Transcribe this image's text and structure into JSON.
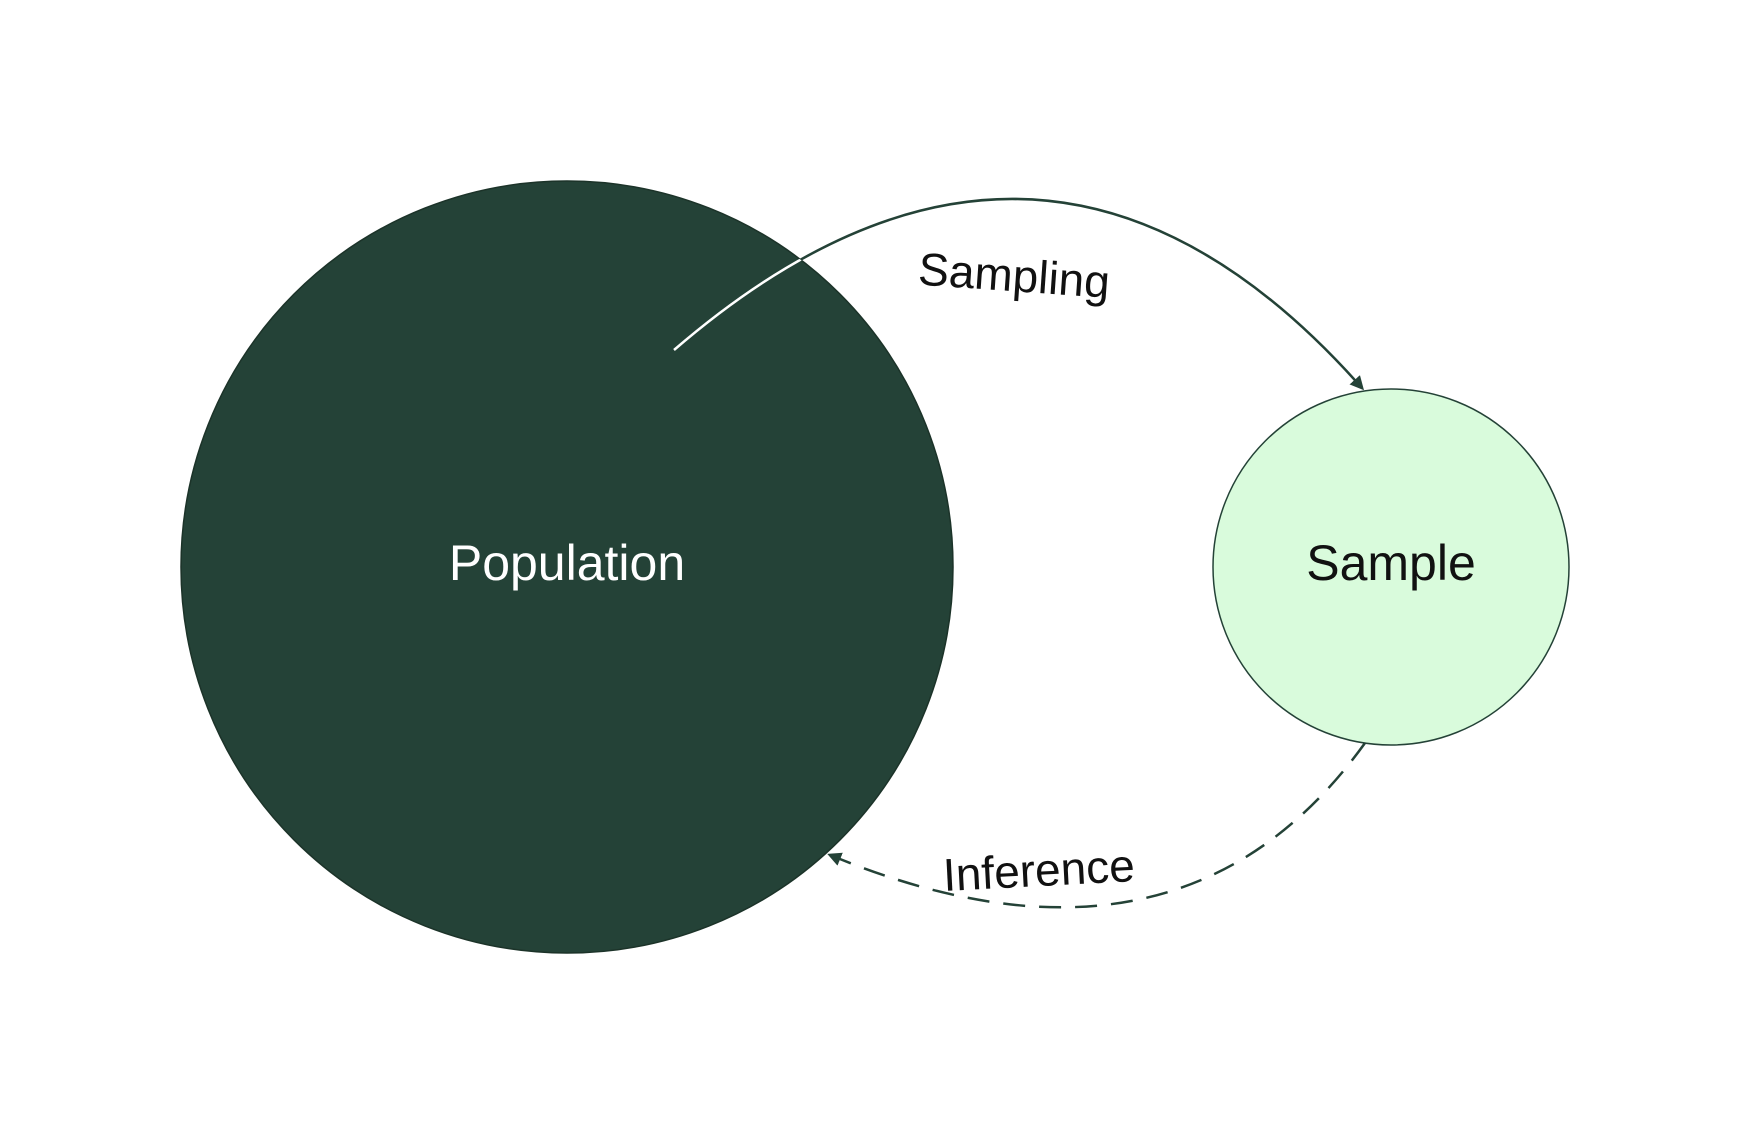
{
  "diagram": {
    "nodes": {
      "population": {
        "label": "Population"
      },
      "sample": {
        "label": "Sample"
      }
    },
    "edges": {
      "sampling": {
        "label": "Sampling",
        "from": "population",
        "to": "sample",
        "style": "solid"
      },
      "inference": {
        "label": "Inference",
        "from": "sample",
        "to": "population",
        "style": "dashed"
      }
    }
  },
  "colors": {
    "population_fill": "#244237",
    "population_text": "#ffffff",
    "sample_fill": "#d9fbdc",
    "sample_stroke": "#244237",
    "sample_text": "#111111",
    "arrow": "#244237",
    "arrow_inside_population": "#ffffff",
    "edge_text": "#111111",
    "background": "#ffffff"
  }
}
